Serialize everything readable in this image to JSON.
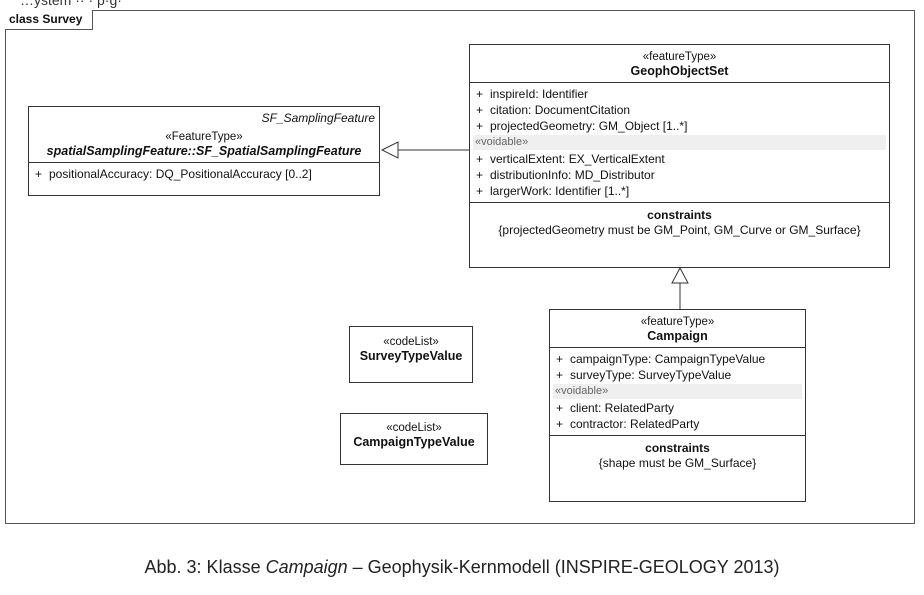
{
  "frame": {
    "title": "class Survey"
  },
  "top_cut_text": "…ystem ·· · p·g·",
  "geoph_object_set": {
    "stereotype": "«featureType»",
    "name": "GeophObjectSet",
    "attributes": [
      {
        "vis": "+",
        "text": "inspireId:  Identifier"
      },
      {
        "vis": "+",
        "text": "citation:  DocumentCitation"
      },
      {
        "vis": "+",
        "text": "projectedGeometry:  GM_Object [1..*]"
      }
    ],
    "voidable_label": "«voidable»",
    "voidable_attributes": [
      {
        "vis": "+",
        "text": "verticalExtent:  EX_VerticalExtent"
      },
      {
        "vis": "+",
        "text": "distributionInfo:  MD_Distributor"
      },
      {
        "vis": "+",
        "text": "largerWork:  Identifier [1..*]"
      }
    ],
    "constraints_title": "constraints",
    "constraints_text": "{projectedGeometry must be GM_Point, GM_Curve or GM_Surface}"
  },
  "sf_feature": {
    "tag": "SF_SamplingFeature",
    "stereotype": "«FeatureType»",
    "name": "spatialSamplingFeature::SF_SpatialSamplingFeature",
    "attributes": [
      {
        "vis": "+",
        "text": "positionalAccuracy:  DQ_PositionalAccuracy [0..2]"
      }
    ]
  },
  "survey_type_value": {
    "stereotype": "«codeList»",
    "name": "SurveyTypeValue"
  },
  "campaign_type_value": {
    "stereotype": "«codeList»",
    "name": "CampaignTypeValue"
  },
  "campaign": {
    "stereotype": "«featureType»",
    "name": "Campaign",
    "attributes": [
      {
        "vis": "+",
        "text": "campaignType:  CampaignTypeValue"
      },
      {
        "vis": "+",
        "text": "surveyType:  SurveyTypeValue"
      }
    ],
    "voidable_label": "«voidable»",
    "voidable_attributes": [
      {
        "vis": "+",
        "text": "client:  RelatedParty"
      },
      {
        "vis": "+",
        "text": "contractor:  RelatedParty"
      }
    ],
    "constraints_title": "constraints",
    "constraints_text": "{shape must be GM_Surface}"
  },
  "caption": {
    "prefix": "Abb. 3: Klasse ",
    "emph": "Campaign",
    "suffix": " – Geophysik-Kernmodell (INSPIRE-GEOLOGY 2013)"
  }
}
